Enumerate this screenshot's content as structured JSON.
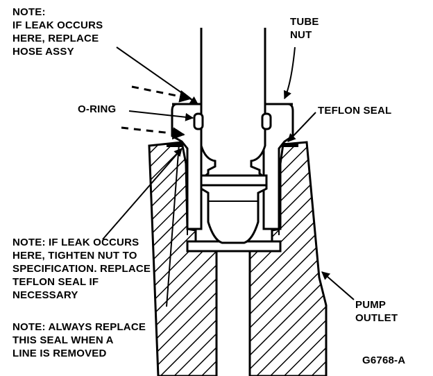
{
  "notes": {
    "hose_leak": [
      "NOTE:",
      "IF LEAK OCCURS",
      "HERE, REPLACE",
      "HOSE ASSY"
    ],
    "seat_leak": [
      "NOTE: IF LEAK OCCURS",
      "HERE, TIGHTEN NUT TO",
      "SPECIFICATION. REPLACE",
      "TEFLON SEAL IF",
      "NECESSARY"
    ],
    "replace_seal": [
      "NOTE: ALWAYS REPLACE",
      "THIS SEAL WHEN A",
      "LINE IS REMOVED"
    ]
  },
  "labels": {
    "tube_nut": [
      "TUBE",
      "NUT"
    ],
    "o_ring": "O-RING",
    "teflon_seal": "TEFLON SEAL",
    "pump_outlet": [
      "PUMP",
      "OUTLET"
    ]
  },
  "figure_id": "G6768-A",
  "colors": {
    "ink": "#000000",
    "paper": "#ffffff"
  }
}
